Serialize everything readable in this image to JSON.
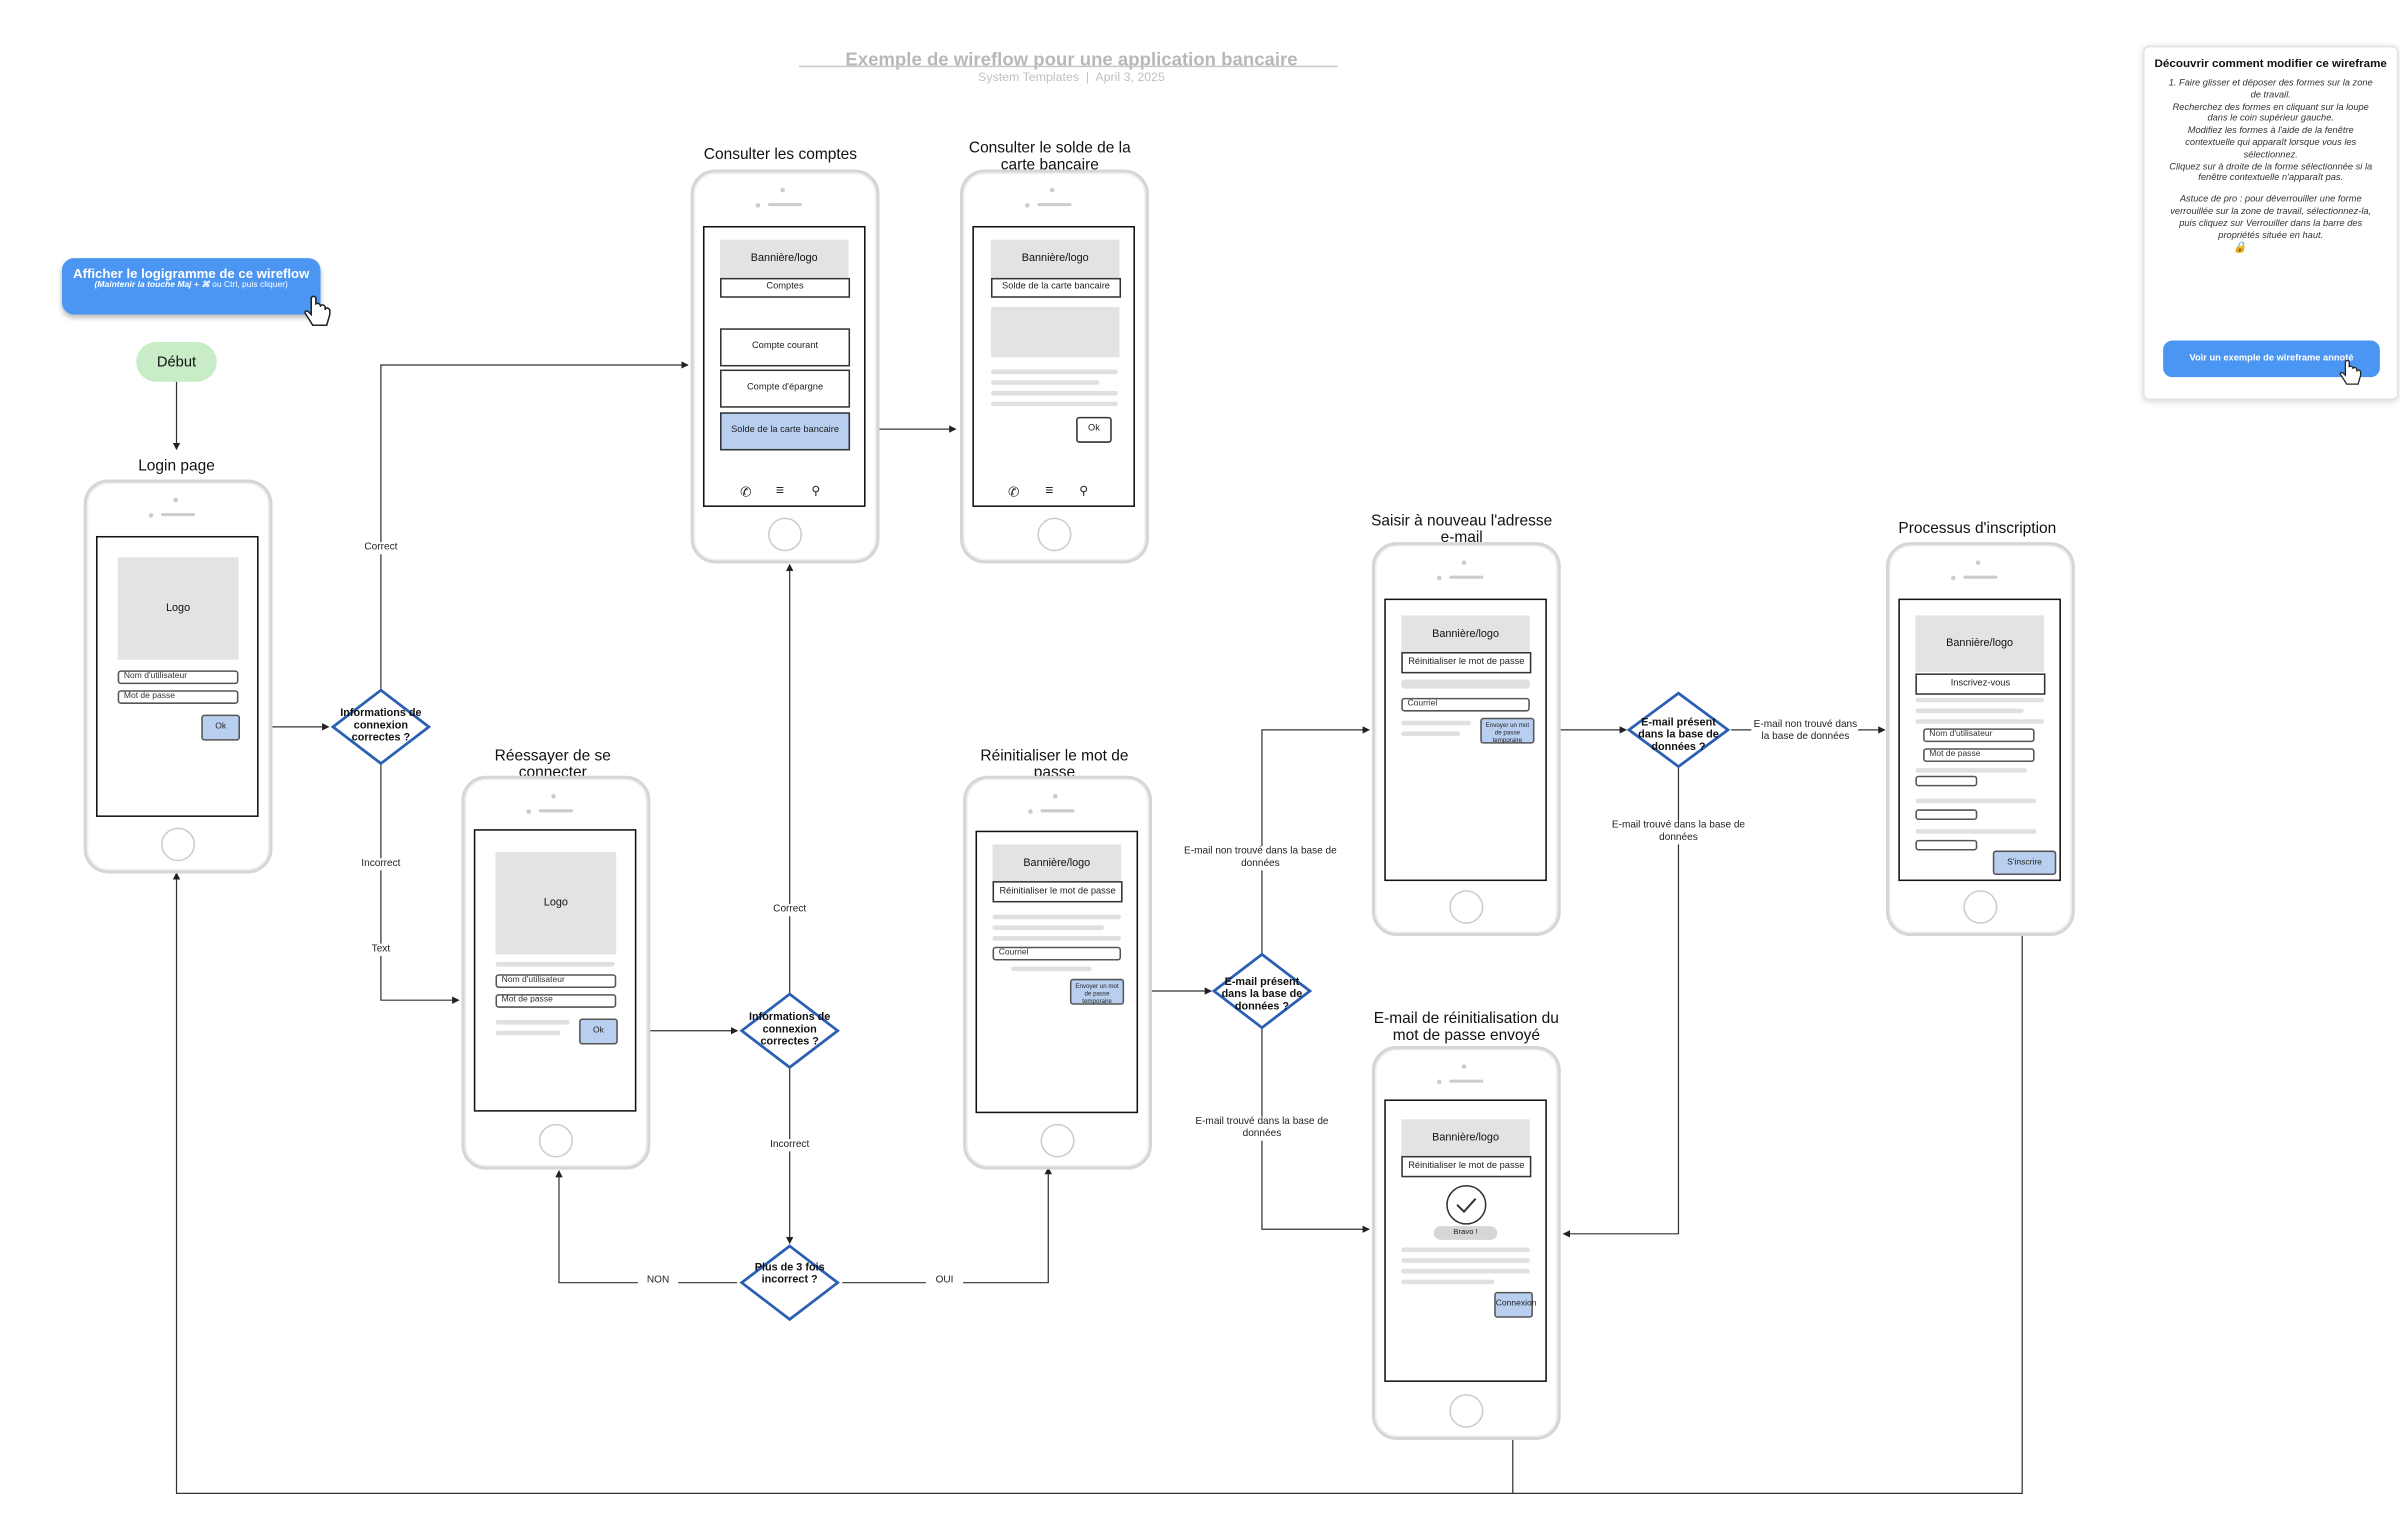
{
  "header": {
    "title": "Exemple de wireflow pour une application bancaire",
    "subtitle_source": "System Templates",
    "subtitle_date": "April 3, 2025"
  },
  "cta": {
    "title": "Afficher le logigramme de ce wireflow",
    "hint_bold": "(Maintenir la touche Maj + ⌘",
    "hint_rest": " ou Ctrl, puis cliquer)"
  },
  "start": "Début",
  "help_panel": {
    "title": "Découvrir comment modifier ce wireframe",
    "steps": [
      "1.   Faire glisser et déposer des formes sur la zone de travail.",
      "Recherchez des formes en cliquant sur la loupe dans le coin supérieur gauche.",
      "Modifiez les formes à l'aide de la fenêtre contextuelle qui apparaît lorsque vous les sélectionnez.",
      "Cliquez sur à droite de la forme sélectionnée si la fenêtre contextuelle n'apparaît pas."
    ],
    "tip": "Astuce de pro : pour déverrouiller une forme verrouillée sur la zone de travail, sélectionnez-la, puis cliquez sur Verrouiller dans la barre des propriétés située en haut.",
    "button": "Voir un exemple de wireframe annoté"
  },
  "screens": {
    "login": {
      "label": "Login page",
      "logo": "Logo",
      "username": "Nom d'utilisateur",
      "password": "Mot de passe",
      "ok": "Ok"
    },
    "retry": {
      "label": "Réessayer de se connecter",
      "logo": "Logo",
      "username": "Nom d'utilisateur",
      "password": "Mot de passe",
      "ok": "Ok"
    },
    "accounts": {
      "label": "Consulter les comptes",
      "banner": "Bannière/logo",
      "header": "Comptes",
      "item1": "Compte courant",
      "item2": "Compte d'épargne",
      "item3": "Solde de la carte bancaire"
    },
    "card_balance": {
      "label": "Consulter le solde de la carte bancaire",
      "banner": "Bannière/logo",
      "header": "Solde de la carte bancaire",
      "ok": "Ok"
    },
    "reset": {
      "label": "Réinitialiser le mot de passe",
      "banner": "Bannière/logo",
      "header": "Réinitialiser le mot de passe",
      "email": "Courriel",
      "send": "Envoyer un mot de passe temporaire"
    },
    "reenter": {
      "label": "Saisir à nouveau l'adresse e-mail",
      "banner": "Bannière/logo",
      "header": "Réinitialiser le mot de passe",
      "email": "Courriel",
      "send": "Envoyer un mot de passe temporaire"
    },
    "sent": {
      "label": "E-mail de réinitialisation du mot de passe envoyé",
      "banner": "Bannière/logo",
      "header": "Réinitialiser le mot de passe",
      "bravo": "Bravo !",
      "connect": "Connexion"
    },
    "signup": {
      "label": "Processus d'inscription",
      "banner": "Bannière/logo",
      "header": "Inscrivez-vous",
      "username": "Nom d'utilisateur",
      "password": "Mot de passe",
      "submit": "S'inscrire"
    }
  },
  "decisions": {
    "d1": "Informations de connexion correctes ?",
    "d2": "Informations de connexion correctes ?",
    "d3": "Plus de 3 fois incorrect ?",
    "d4": "E-mail présent dans la base de données ?",
    "d5": "E-mail présent dans la base de données ?"
  },
  "edge_labels": {
    "correct1": "Correct",
    "incorrect1": "Incorrect",
    "text": "Text",
    "correct2": "Correct",
    "incorrect2": "Incorrect",
    "non": "NON",
    "oui": "OUI",
    "not_found1": "E-mail non trouvé dans la base de données",
    "found1": "E-mail trouvé dans la base de données",
    "not_found2": "E-mail non trouvé dans la base de données",
    "found2": "E-mail trouvé dans la base de données"
  }
}
